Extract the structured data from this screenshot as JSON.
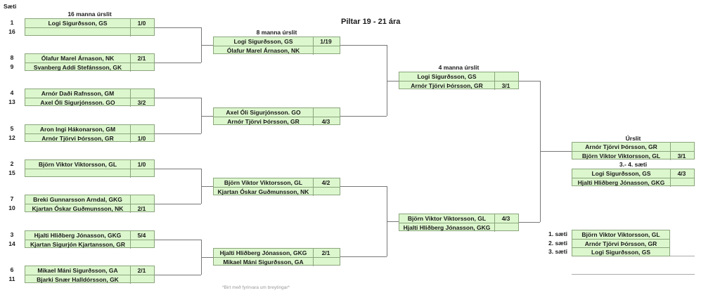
{
  "header": {
    "saeti": "Sæti",
    "title": "Piltar 19 - 21 ára"
  },
  "round_labels": {
    "r16": "16 manna úrslit",
    "r8": "8 manna úrslit",
    "r4": "4 manna úrslit",
    "final": "Úrslit",
    "third": "3.- 4. sæti"
  },
  "r16": [
    {
      "seeds": [
        "1",
        "16"
      ],
      "players": [
        "Logi Sigurðsson, GS",
        ""
      ],
      "scores": [
        "1/0",
        ""
      ]
    },
    {
      "seeds": [
        "8",
        "9"
      ],
      "players": [
        "Ólafur Marel Árnason, NK",
        "Svanberg Addi Stefánsson, GK"
      ],
      "scores": [
        "2/1",
        ""
      ]
    },
    {
      "seeds": [
        "4",
        "13"
      ],
      "players": [
        "Arnór Daði Rafnsson, GM",
        "Axel Óli Sigurjónsson. GO"
      ],
      "scores": [
        "",
        "3/2"
      ]
    },
    {
      "seeds": [
        "5",
        "12"
      ],
      "players": [
        "Aron Ingi Hákonarson, GM",
        "Arnór Tjörvi Þórsson, GR"
      ],
      "scores": [
        "",
        "1/0"
      ]
    },
    {
      "seeds": [
        "2",
        "15"
      ],
      "players": [
        "Björn Viktor Viktorsson, GL",
        ""
      ],
      "scores": [
        "1/0",
        ""
      ]
    },
    {
      "seeds": [
        "7",
        "10"
      ],
      "players": [
        "Breki Gunnarsson Arndal, GKG",
        "Kjartan Óskar Guðmunsson, NK"
      ],
      "scores": [
        "",
        "2/1"
      ]
    },
    {
      "seeds": [
        "3",
        "14"
      ],
      "players": [
        "Hjalti Hliðberg Jónasson, GKG",
        "Kjartan Sigurjón Kjartansson, GR"
      ],
      "scores": [
        "5/4",
        ""
      ]
    },
    {
      "seeds": [
        "6",
        "11"
      ],
      "players": [
        "Mikael Máni Sigurðsson, GA",
        "Bjarki Snær Halldórsson, GK"
      ],
      "scores": [
        "2/1",
        ""
      ]
    }
  ],
  "r8": [
    {
      "players": [
        "Logi Sigurðsson, GS",
        "Ólafur Marel Árnason, NK"
      ],
      "scores": [
        "1/19",
        ""
      ]
    },
    {
      "players": [
        "Axel Óli Sigurjónsson. GO",
        "Arnór Tjörvi Þórsson, GR"
      ],
      "scores": [
        "",
        "4/3"
      ]
    },
    {
      "players": [
        "Björn Viktor Viktorsson, GL",
        "Kjartan Óskar Guðmunsson, NK"
      ],
      "scores": [
        "4/2",
        ""
      ]
    },
    {
      "players": [
        "Hjalti Hliðberg Jónasson, GKG",
        "Mikael Máni Sigurðsson, GA"
      ],
      "scores": [
        "2/1",
        ""
      ]
    }
  ],
  "r4": [
    {
      "players": [
        "Logi Sigurðsson, GS",
        "Arnór Tjörvi Þórsson, GR"
      ],
      "scores": [
        "",
        "3/1"
      ]
    },
    {
      "players": [
        "Björn Viktor Viktorsson, GL",
        "Hjalti Hliðberg Jónasson, GKG"
      ],
      "scores": [
        "4/3",
        ""
      ]
    }
  ],
  "final": [
    {
      "players": [
        "Arnór Tjörvi Þórsson, GR",
        "Björn Viktor Viktorsson, GL"
      ],
      "scores": [
        "",
        "3/1"
      ]
    },
    {
      "players": [
        "Logi Sigurðsson, GS",
        "Hjalti Hliðberg Jónasson, GKG"
      ],
      "scores": [
        "4/3",
        ""
      ]
    }
  ],
  "standings": [
    {
      "place": "1. sæti",
      "player": "Björn Viktor Viktorsson, GL"
    },
    {
      "place": "2. sæti",
      "player": "Arnór Tjörvi Þórsson, GR"
    },
    {
      "place": "3. sæti",
      "player": "Logi Sigurðsson, GS"
    }
  ],
  "footnote": "*Birt með fyrirvara um breytingar*"
}
